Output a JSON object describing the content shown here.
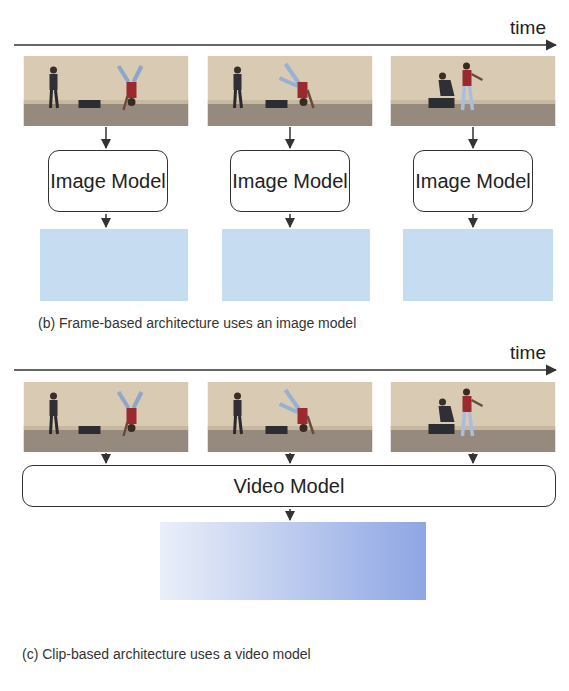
{
  "diagram": {
    "nodes": [
      {
        "text": [
          "Image Model"
        ]
      },
      {
        "text": [
          "Image Model"
        ]
      },
      {
        "text": [
          "Image Model"
        ]
      },
      {
        "text": [
          "Video Model"
        ]
      }
    ],
    "labels": [
      "time",
      "(b) Frame-based architecture uses an image model",
      "time",
      "(c) Clip-based architecture uses a video model"
    ]
  }
}
